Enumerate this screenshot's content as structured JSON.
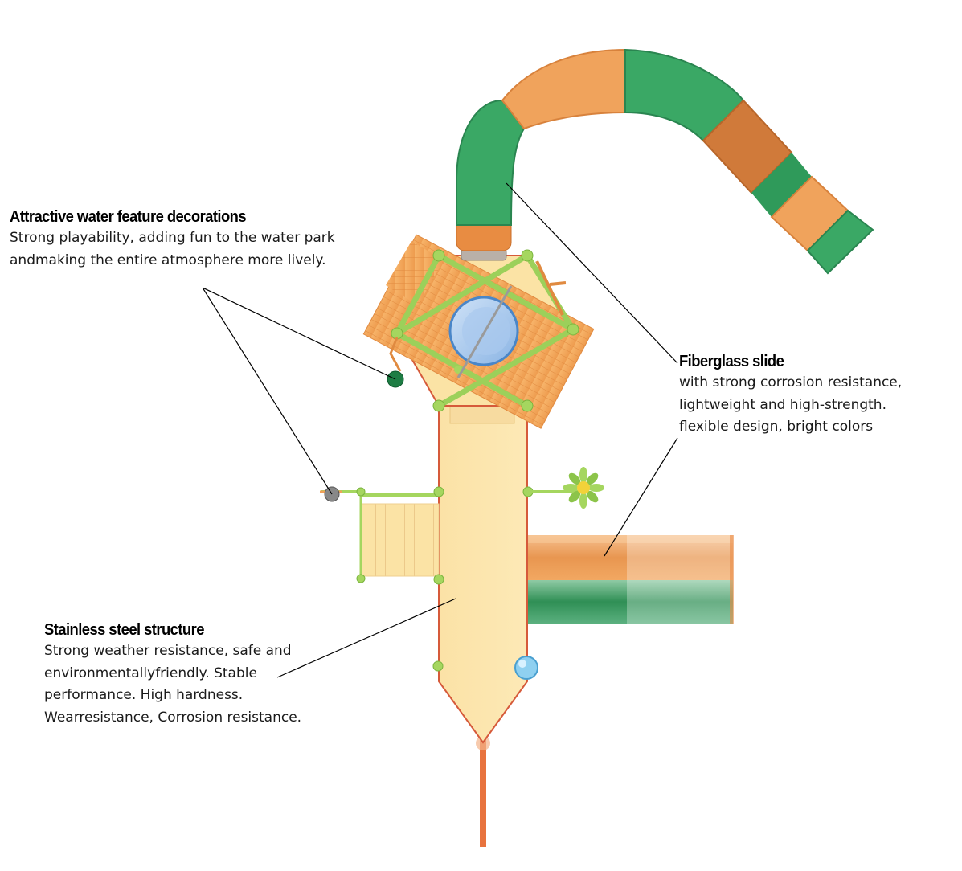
{
  "callouts": {
    "water": {
      "title": "Attractive water feature decorations",
      "lines": [
        "Strong playability, adding fun to the water park",
        "andmaking the entire atmosphere more lively."
      ]
    },
    "slide": {
      "title": "Fiberglass slide",
      "lines": [
        "with strong corrosion resistance,",
        "lightweight and high-strength.",
        "flexible design, bright colors"
      ]
    },
    "steel": {
      "title": "Stainless steel structure",
      "lines": [
        "Strong weather resistance, safe and",
        "environmentallyfriendly. Stable",
        "performance. High hardness.",
        "Wearresistance, Corrosion resistance."
      ]
    }
  },
  "colors": {
    "slide_green": "#3aa865",
    "slide_orange": "#f0a35c",
    "deck_yellow": "#fbe3a5",
    "frame_red": "#d65a3a",
    "pole_green": "#9cd05a",
    "wood_orange": "#f2a55a",
    "bucket_blue": "#4a86c8"
  }
}
